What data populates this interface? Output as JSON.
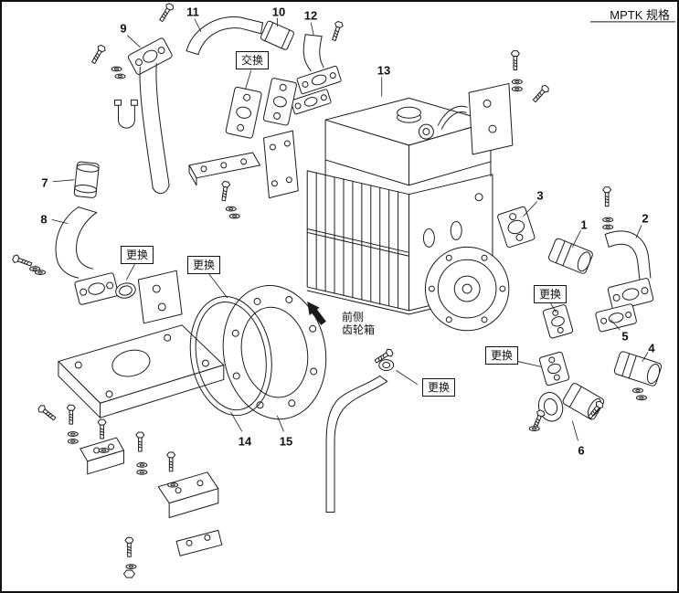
{
  "page": {
    "title": "MPTK 规格"
  },
  "parts": [
    {
      "num": "1"
    },
    {
      "num": "2"
    },
    {
      "num": "3"
    },
    {
      "num": "4"
    },
    {
      "num": "5"
    },
    {
      "num": "6"
    },
    {
      "num": "7"
    },
    {
      "num": "8"
    },
    {
      "num": "9"
    },
    {
      "num": "10"
    },
    {
      "num": "11"
    },
    {
      "num": "12"
    },
    {
      "num": "13"
    },
    {
      "num": "14"
    },
    {
      "num": "15"
    }
  ],
  "labels": {
    "exchange": "交换",
    "replace": "更换",
    "front_side": "前侧",
    "gearbox": "齿轮箱"
  },
  "colors": {
    "line": "#1a1a1a",
    "background": "#ffffff"
  }
}
